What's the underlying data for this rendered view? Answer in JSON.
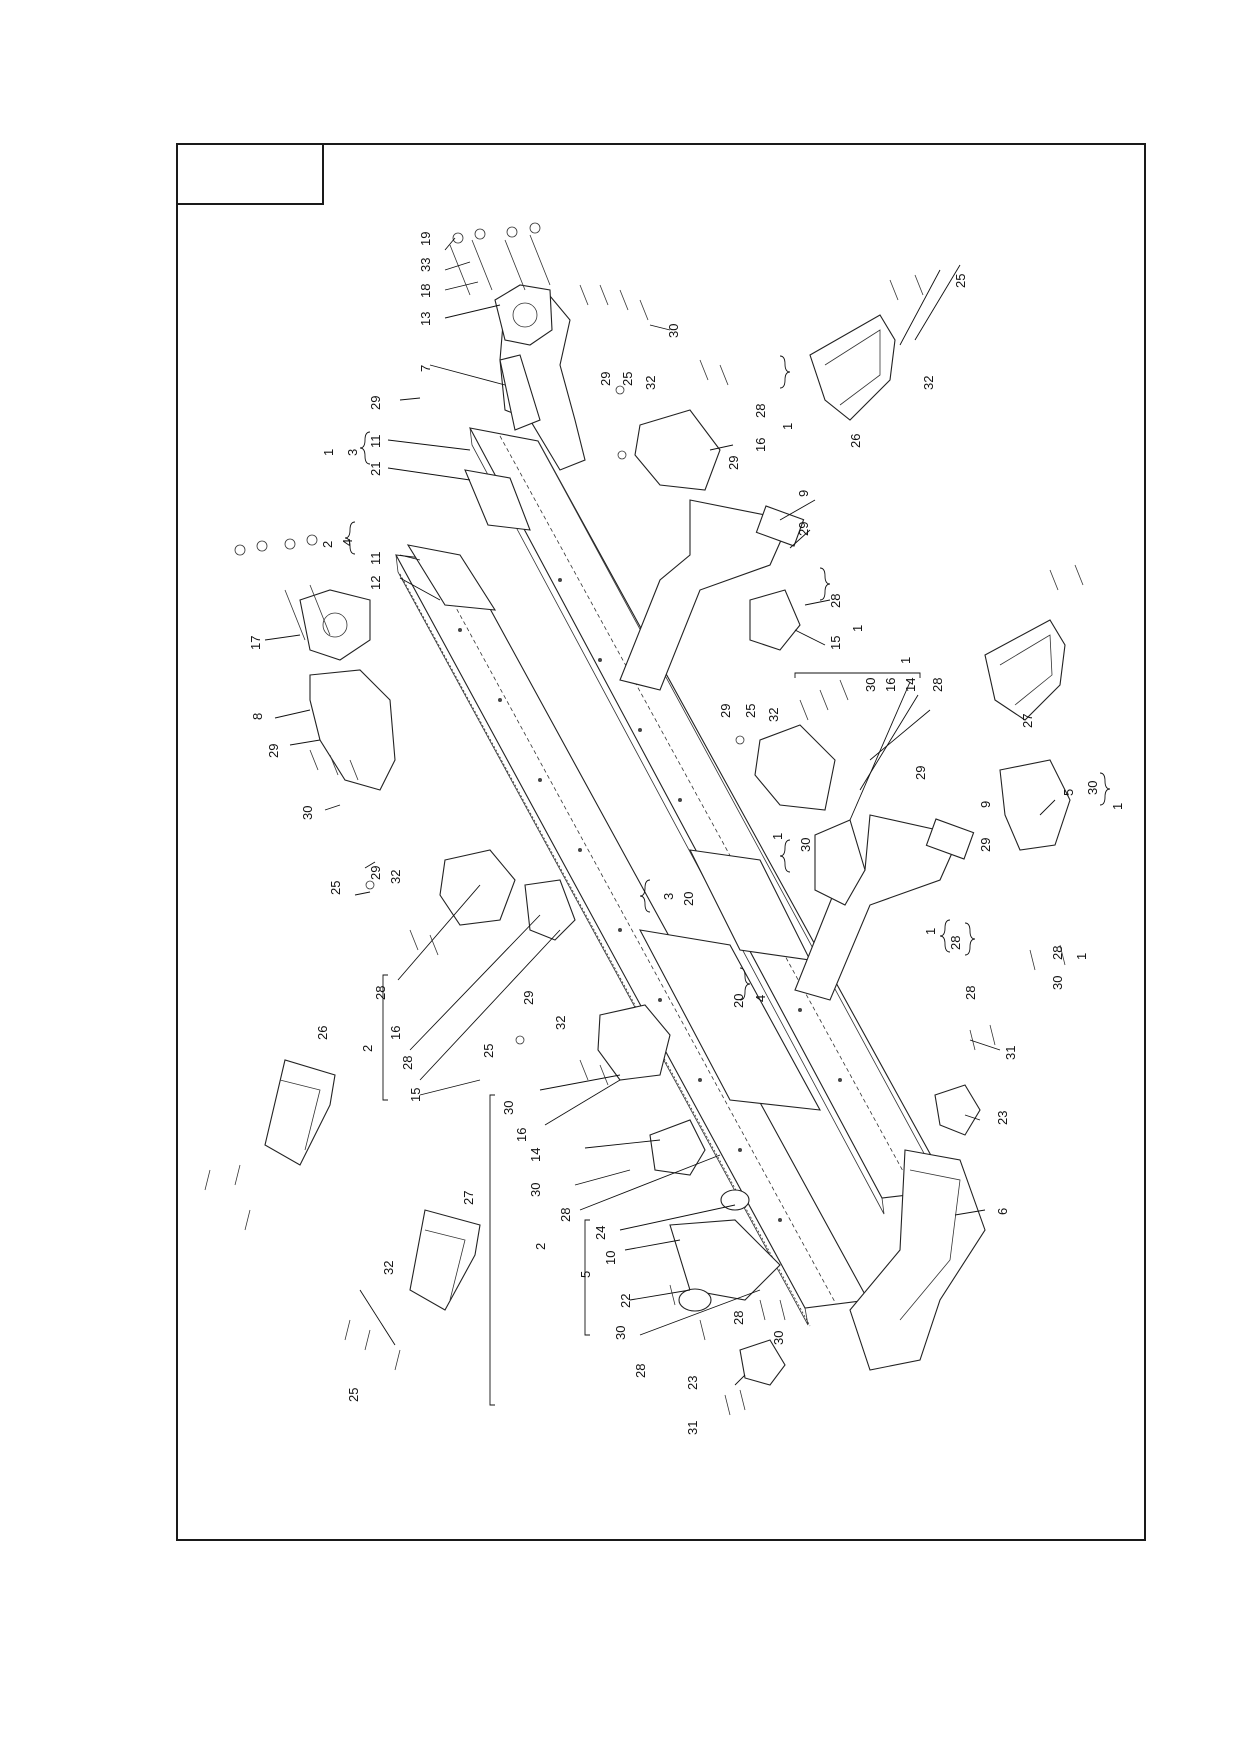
{
  "diagram": {
    "labels": [
      {
        "id": "l19",
        "text": "19"
      },
      {
        "id": "l33",
        "text": "33"
      },
      {
        "id": "l18",
        "text": "18"
      },
      {
        "id": "l13",
        "text": "13"
      },
      {
        "id": "l7",
        "text": "7"
      },
      {
        "id": "l29a",
        "text": "29"
      },
      {
        "id": "l1a",
        "text": "1"
      },
      {
        "id": "l3a",
        "text": "3"
      },
      {
        "id": "l11a",
        "text": "11"
      },
      {
        "id": "l21",
        "text": "21"
      },
      {
        "id": "l30a",
        "text": "30"
      },
      {
        "id": "l29b",
        "text": "29"
      },
      {
        "id": "l25a",
        "text": "25"
      },
      {
        "id": "l32a",
        "text": "32"
      },
      {
        "id": "l28a",
        "text": "28"
      },
      {
        "id": "l1b",
        "text": "1"
      },
      {
        "id": "l16a",
        "text": "16"
      },
      {
        "id": "l29c",
        "text": "29"
      },
      {
        "id": "l9a",
        "text": "9"
      },
      {
        "id": "l29d",
        "text": "29"
      },
      {
        "id": "l25b",
        "text": "25"
      },
      {
        "id": "l32b",
        "text": "32"
      },
      {
        "id": "l26a",
        "text": "26"
      },
      {
        "id": "l2a",
        "text": "2"
      },
      {
        "id": "l4a",
        "text": "4"
      },
      {
        "id": "l11b",
        "text": "11"
      },
      {
        "id": "l12",
        "text": "12"
      },
      {
        "id": "l28b",
        "text": "28"
      },
      {
        "id": "l15a",
        "text": "15"
      },
      {
        "id": "l1c",
        "text": "1"
      },
      {
        "id": "l17",
        "text": "17"
      },
      {
        "id": "l8",
        "text": "8"
      },
      {
        "id": "l29e",
        "text": "29"
      },
      {
        "id": "l30b",
        "text": "30"
      },
      {
        "id": "l27a",
        "text": "27"
      },
      {
        "id": "l29f",
        "text": "29"
      },
      {
        "id": "l25c",
        "text": "25"
      },
      {
        "id": "l32c",
        "text": "32"
      },
      {
        "id": "l30c",
        "text": "30"
      },
      {
        "id": "l16b",
        "text": "16"
      },
      {
        "id": "l14a",
        "text": "14"
      },
      {
        "id": "l1d",
        "text": "1"
      },
      {
        "id": "l28c",
        "text": "28"
      },
      {
        "id": "l29g",
        "text": "29"
      },
      {
        "id": "l9b",
        "text": "9"
      },
      {
        "id": "l29h",
        "text": "29"
      },
      {
        "id": "l1e",
        "text": "1"
      },
      {
        "id": "l30d",
        "text": "30"
      },
      {
        "id": "l5a",
        "text": "5"
      },
      {
        "id": "l1f",
        "text": "1"
      },
      {
        "id": "l30e",
        "text": "30"
      },
      {
        "id": "l29i",
        "text": "29"
      },
      {
        "id": "l32d",
        "text": "32"
      },
      {
        "id": "l25d",
        "text": "25"
      },
      {
        "id": "l3b",
        "text": "3"
      },
      {
        "id": "l20a",
        "text": "20"
      },
      {
        "id": "l28d",
        "text": "28"
      },
      {
        "id": "l16c",
        "text": "16"
      },
      {
        "id": "l2b",
        "text": "2"
      },
      {
        "id": "l28e",
        "text": "28"
      },
      {
        "id": "l15b",
        "text": "15"
      },
      {
        "id": "l1g",
        "text": "1"
      },
      {
        "id": "l28f",
        "text": "28"
      },
      {
        "id": "l28g",
        "text": "28"
      },
      {
        "id": "l30f",
        "text": "30"
      },
      {
        "id": "l28h",
        "text": "28"
      },
      {
        "id": "l1h",
        "text": "1"
      },
      {
        "id": "l20b",
        "text": "20"
      },
      {
        "id": "l4b",
        "text": "4"
      },
      {
        "id": "l31a",
        "text": "31"
      },
      {
        "id": "l26b",
        "text": "26"
      },
      {
        "id": "l29j",
        "text": "29"
      },
      {
        "id": "l32e",
        "text": "32"
      },
      {
        "id": "l25e",
        "text": "25"
      },
      {
        "id": "l30g",
        "text": "30"
      },
      {
        "id": "l16d",
        "text": "16"
      },
      {
        "id": "l14b",
        "text": "14"
      },
      {
        "id": "l30h",
        "text": "30"
      },
      {
        "id": "l28i",
        "text": "28"
      },
      {
        "id": "l23a",
        "text": "23"
      },
      {
        "id": "l6",
        "text": "6"
      },
      {
        "id": "l24",
        "text": "24"
      },
      {
        "id": "l10",
        "text": "10"
      },
      {
        "id": "l5b",
        "text": "5"
      },
      {
        "id": "l2c",
        "text": "2"
      },
      {
        "id": "l22",
        "text": "22"
      },
      {
        "id": "l30i",
        "text": "30"
      },
      {
        "id": "l28j",
        "text": "28"
      },
      {
        "id": "l28k",
        "text": "28"
      },
      {
        "id": "l30j",
        "text": "30"
      },
      {
        "id": "l27b",
        "text": "27"
      },
      {
        "id": "l32f",
        "text": "32"
      },
      {
        "id": "l25f",
        "text": "25"
      },
      {
        "id": "l23b",
        "text": "23"
      },
      {
        "id": "l31b",
        "text": "31"
      }
    ]
  }
}
